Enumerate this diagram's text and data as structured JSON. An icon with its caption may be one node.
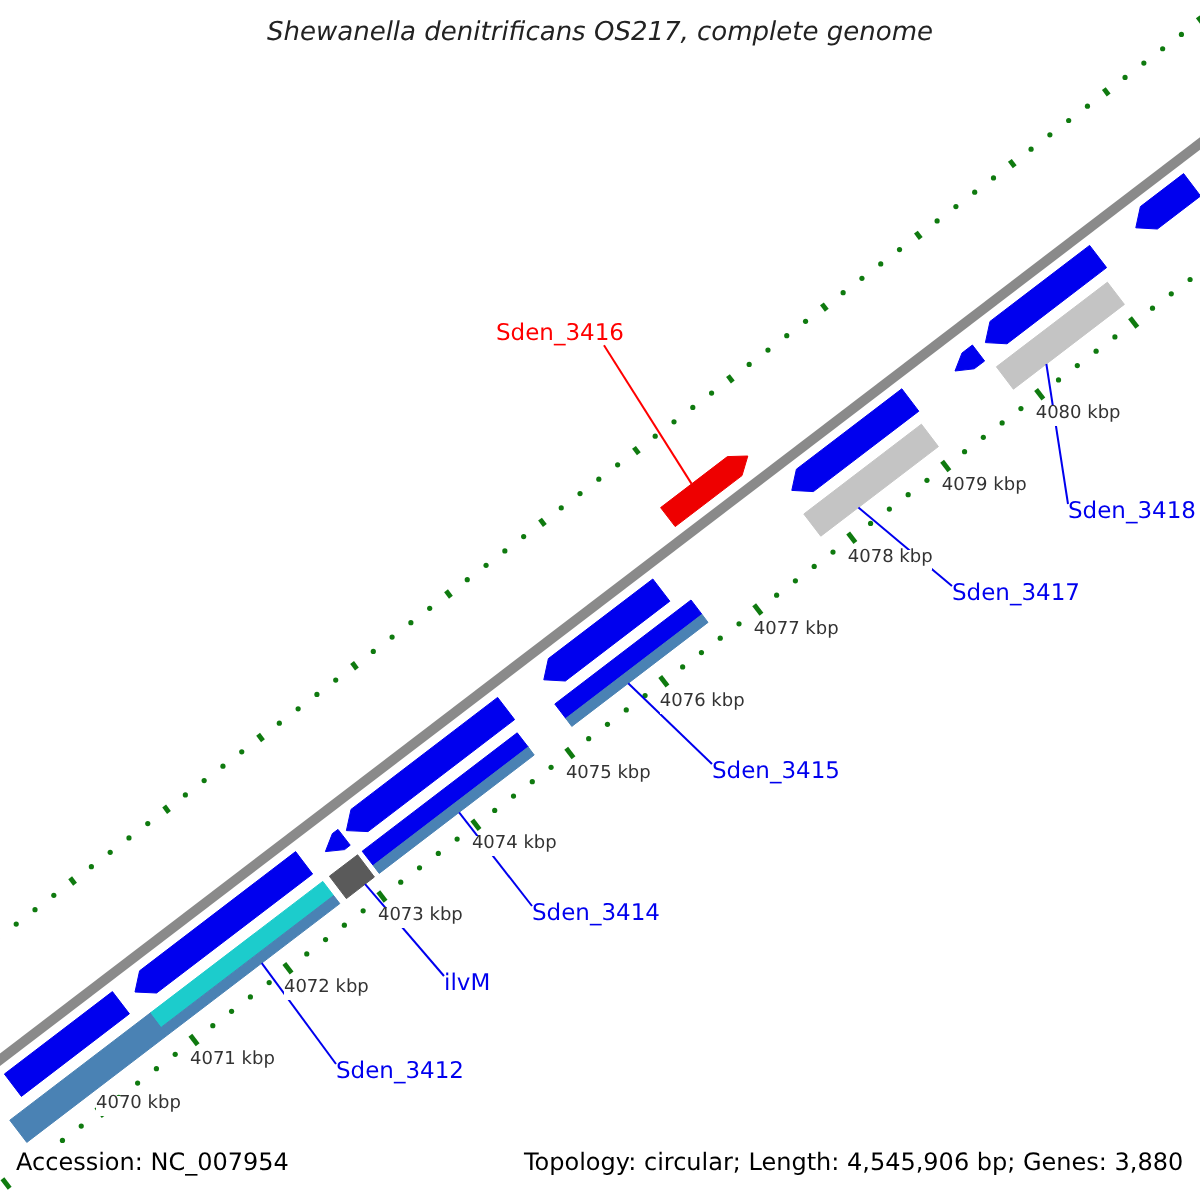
{
  "diagram": {
    "title": "Shewanella denitrificans OS217, complete genome",
    "nodes": [
      {
        "text": [
          "Sden_3416"
        ]
      },
      {
        "text": [
          "Sden_3418"
        ]
      },
      {
        "text": [
          "Sden_3417"
        ]
      },
      {
        "text": [
          "Sden_3415"
        ]
      },
      {
        "text": [
          "Sden_3414"
        ]
      },
      {
        "text": [
          "ilvM"
        ]
      },
      {
        "text": [
          "Sden_3412"
        ]
      },
      {
        "text": [],
        "shape": "bar"
      },
      {
        "text": [],
        "shape": "bar"
      },
      {
        "text": [],
        "shape": "bar"
      },
      {
        "text": [],
        "shape": "bar"
      },
      {
        "text": [],
        "shape": "bar"
      },
      {
        "text": [],
        "shape": "bar"
      },
      {
        "text": [],
        "shape": "bar"
      }
    ],
    "edges": [
      {
        "from": 0,
        "to": 7,
        "arrow": "none",
        "color": "#ff0000"
      },
      {
        "from": 1,
        "to": 8,
        "arrow": "none"
      },
      {
        "from": 2,
        "to": 9,
        "arrow": "none"
      },
      {
        "from": 3,
        "to": 10,
        "arrow": "none"
      },
      {
        "from": 4,
        "to": 11,
        "arrow": "none"
      },
      {
        "from": 5,
        "to": 12,
        "arrow": "none"
      },
      {
        "from": 6,
        "to": 13,
        "arrow": "none"
      }
    ],
    "labels": [
      "4080 kbp",
      "4079 kbp",
      "4078 kbp",
      "4077 kbp",
      "4076 kbp",
      "4075 kbp",
      "4074 kbp",
      "4073 kbp",
      "4072 kbp",
      "4071 kbp",
      "4070 kbp",
      "Accession: NC_007954",
      "Topology: circular; Length: 4,545,906 bp; Genes: 3,880"
    ]
  }
}
